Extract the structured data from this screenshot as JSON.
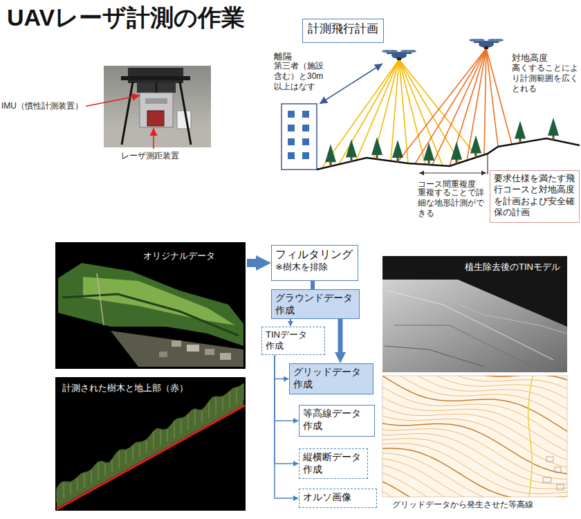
{
  "diagram": {
    "title": "UAVレーザ計測の作業",
    "nodes": [
      {
        "text": [
          "計測飛行計画"
        ]
      },
      {
        "text": [
          "要求仕様を満たす飛行コースと対地高度を計画および安全確保の計画"
        ]
      },
      {
        "text": [
          "オリジナルデータ"
        ]
      },
      {
        "text": [
          "フィルタリング",
          "※樹木を排除"
        ]
      },
      {
        "text": [
          "グラウンドデータ 作成"
        ]
      },
      {
        "text": [
          "TINデータ 作成"
        ]
      },
      {
        "text": [
          "グリッドデータ 作成"
        ]
      },
      {
        "text": [
          "等高線データ 作成"
        ]
      },
      {
        "text": [
          "縦横断データ 作成"
        ]
      },
      {
        "text": [
          "オルソ画像"
        ]
      },
      {
        "text": [
          "植生除去後のTINモデル"
        ]
      },
      {
        "text": [
          "計測された樹木と地上部（赤）"
        ]
      },
      {
        "text": [
          "グリッドデータから発生させた等高線"
        ]
      }
    ],
    "edges": [
      {
        "from": 2,
        "to": 3,
        "arrow": "to"
      },
      {
        "from": 3,
        "to": 4,
        "arrow": "to"
      },
      {
        "from": 4,
        "to": 5,
        "arrow": "to"
      },
      {
        "from": 4,
        "to": 6,
        "arrow": "to"
      },
      {
        "from": 5,
        "to": 6,
        "arrow": "to"
      },
      {
        "from": 5,
        "to": 7,
        "arrow": "to"
      },
      {
        "from": 5,
        "to": 8,
        "arrow": "to"
      },
      {
        "from": 5,
        "to": 9,
        "arrow": "to"
      }
    ],
    "labels": [
      "IMU（慣性計測装置）",
      "レーザ測距装置",
      "離隔",
      "第三者（施設含む）と30m以上はなす",
      "対地高度",
      "高くすることにより計測範囲を広くとれる",
      "コース間重複度",
      "重複することで詳細な地形計測ができる"
    ]
  }
}
